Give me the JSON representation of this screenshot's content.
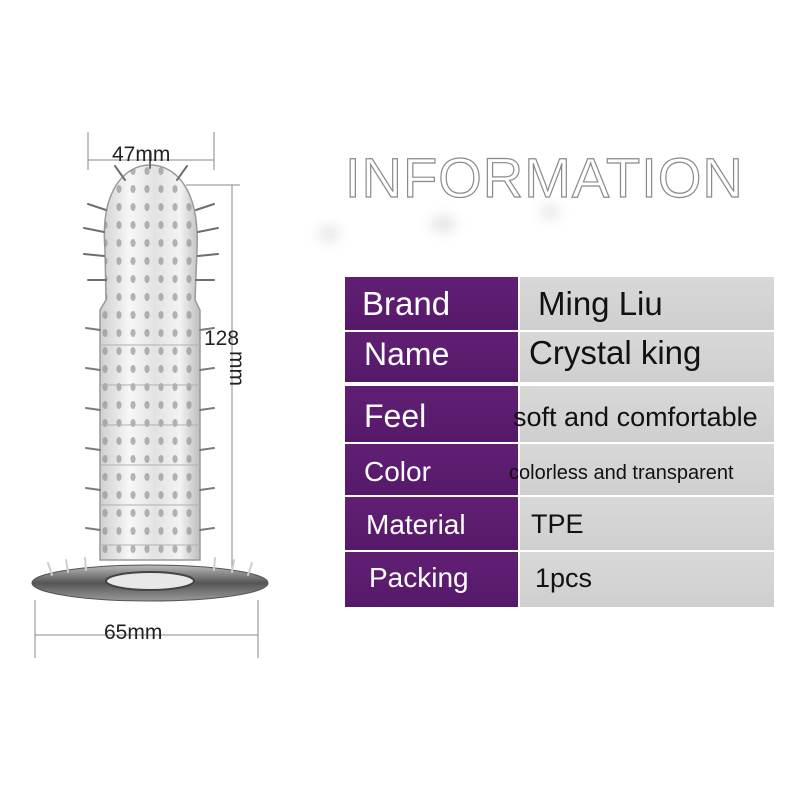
{
  "dimensions": {
    "width_label": "47mm",
    "height_value": "128",
    "height_unit": "mm",
    "base_label": "65mm"
  },
  "heading": "INFORMATION",
  "colors": {
    "label_bg": "#5b1f6b",
    "value_bg": "#d3d3d3",
    "label_text": "#ffffff",
    "value_text": "#111111"
  },
  "specs": [
    {
      "label": "Brand",
      "value": "Ming Liu"
    },
    {
      "label": "Name",
      "value": "Crystal king"
    },
    {
      "label": "Feel",
      "value": "soft and comfortable"
    },
    {
      "label": "Color",
      "value": "colorless and transparent"
    },
    {
      "label": "Material",
      "value": "TPE"
    },
    {
      "label": "Packing",
      "value": "1pcs"
    }
  ]
}
